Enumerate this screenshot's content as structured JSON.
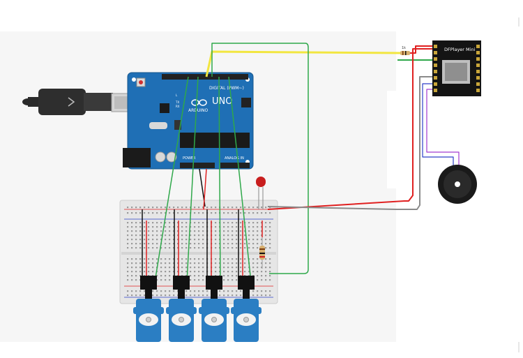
{
  "arduino": {
    "digital_label": "DIGITAL (PWM~)",
    "brand_label": "ARDUINO",
    "model_label": "UNO",
    "power_label": "POWER",
    "analog_label": "ANALOG IN",
    "tx_label": "TX",
    "rx_label": "RX",
    "l_label": "L"
  },
  "dfplayer": {
    "title": "DFPlayer Mini"
  },
  "resistor_top_label": "1k",
  "colors": {
    "board_blue": "#1f6fb5",
    "wire_red": "#e02020",
    "wire_green": "#2fa84a",
    "wire_yellow": "#f2e640",
    "wire_black": "#111111",
    "wire_gray": "#8a8a8a",
    "wire_blue": "#2c3fc8",
    "wire_purple": "#a23ad0",
    "servo_blue": "#2b7ec3",
    "breadboard": "#e6e6e6"
  }
}
